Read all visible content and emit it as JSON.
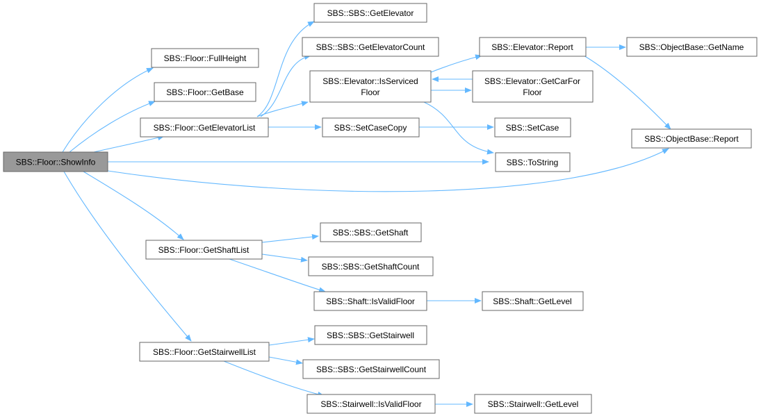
{
  "colors": {
    "edge": "#63b8ff",
    "node_fill": "#ffffff",
    "root_fill": "#999999",
    "border": "#666666"
  },
  "nodes": {
    "show_info": "SBS::Floor::ShowInfo",
    "full_height": "SBS::Floor::FullHeight",
    "get_base": "SBS::Floor::GetBase",
    "get_elevator_list": "SBS::Floor::GetElevatorList",
    "get_shaft_list": "SBS::Floor::GetShaftList",
    "get_stairwell_list": "SBS::Floor::GetStairwellList",
    "sbs_get_elevator": "SBS::SBS::GetElevator",
    "sbs_get_elevator_count": "SBS::SBS::GetElevatorCount",
    "elevator_is_serviced_floor_1": "SBS::Elevator::IsServiced",
    "elevator_is_serviced_floor_2": "Floor",
    "set_case_copy": "SBS::SetCaseCopy",
    "elevator_report": "SBS::Elevator::Report",
    "elevator_get_car_for_floor_1": "SBS::Elevator::GetCarFor",
    "elevator_get_car_for_floor_2": "Floor",
    "set_case": "SBS::SetCase",
    "to_string": "SBS::ToString",
    "object_base_get_name": "SBS::ObjectBase::GetName",
    "object_base_report": "SBS::ObjectBase::Report",
    "sbs_get_shaft": "SBS::SBS::GetShaft",
    "sbs_get_shaft_count": "SBS::SBS::GetShaftCount",
    "shaft_is_valid_floor": "SBS::Shaft::IsValidFloor",
    "shaft_get_level": "SBS::Shaft::GetLevel",
    "sbs_get_stairwell": "SBS::SBS::GetStairwell",
    "sbs_get_stairwell_count": "SBS::SBS::GetStairwellCount",
    "stairwell_is_valid_floor": "SBS::Stairwell::IsValidFloor",
    "stairwell_get_level": "SBS::Stairwell::GetLevel"
  }
}
